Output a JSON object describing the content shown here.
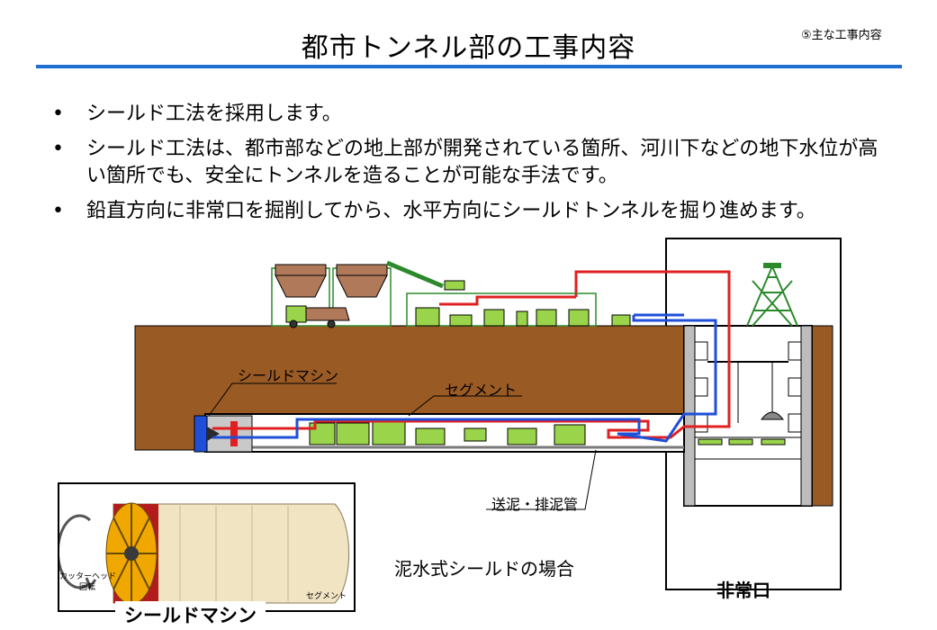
{
  "header": {
    "title": "都市トンネル部の工事内容",
    "page_label": "⑤主な工事内容"
  },
  "bullets": [
    "シールド工法を採用します。",
    "シールド工法は、都市部などの地上部が開発されている箇所、河川下などの地下水位が高い箇所でも、安全にトンネルを造ることが可能な手法です。",
    "鉛直方向に非常口を掘削してから、水平方向にシールドトンネルを掘り進めます。"
  ],
  "diagram": {
    "label_shield_machine": "シールドマシン",
    "label_segment": "セグメント",
    "label_slurry_pipe": "送泥・排泥管",
    "caption": "泥水式シールドの場合",
    "label_emergency_exit": "非常口"
  },
  "inset": {
    "label_cutter_head": "カッターヘッド",
    "label_rotation": "回転",
    "label_segment": "セグメント",
    "title": "シールドマシン"
  },
  "colors": {
    "accent_rule": "#1f6fd1",
    "soil": "#9a5a24",
    "slurry_feed_pipe": "#e02020",
    "slurry_discharge_pipe": "#1f4fd8",
    "equipment": "#9ad44a"
  }
}
